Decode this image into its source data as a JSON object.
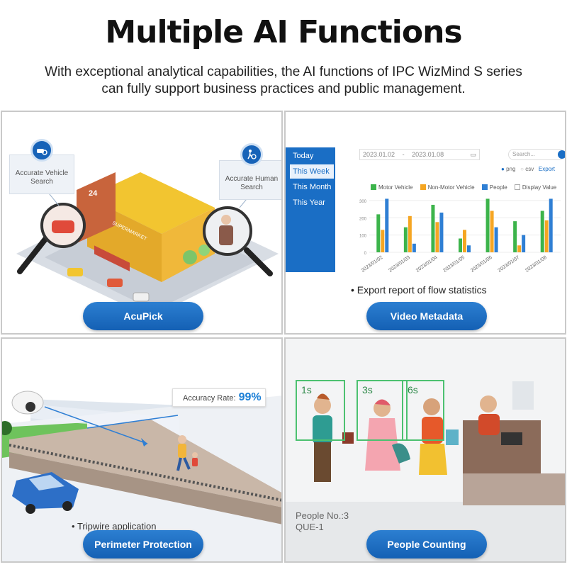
{
  "header": {
    "title": "Multiple AI Functions",
    "subtitle_line1": "With exceptional analytical capabilities, the AI functions of IPC WizMind S series",
    "subtitle_line2": "can fully support business practices and public management."
  },
  "panels": {
    "acupick": {
      "label": "AcuPick",
      "vehicle_callout_line1": "Accurate Vehicle",
      "vehicle_callout_line2": "Search",
      "human_callout_line1": "Accurate Human",
      "human_callout_line2": "Search",
      "building_sign": "SUPERMARKET",
      "building_number": "24"
    },
    "video_metadata": {
      "label": "Video Metadata",
      "sidebar": [
        "Today",
        "This Week",
        "This Month",
        "This Year"
      ],
      "active_index": 1,
      "date_from": "2023.01.02",
      "date_sep": "-",
      "date_to": "2023.01.08",
      "search_placeholder": "Search...",
      "opt_png": "png",
      "opt_csv": "csv",
      "opt_export": "Export",
      "note": "Export report of flow statistics"
    },
    "perimeter": {
      "label": "Perimeter Protection",
      "accuracy_label": "Accuracy Rate:",
      "accuracy_value": "99%",
      "note": "Tripwire application"
    },
    "people_counting": {
      "label": "People Counting",
      "timers": [
        "1s",
        "3s",
        "6s"
      ],
      "people_no": "People No.:3",
      "queue": "QUE-1"
    }
  },
  "chart_data": {
    "type": "bar",
    "categories": [
      "2023/01/02",
      "2023/01/03",
      "2023/01/04",
      "2023/01/05",
      "2023/01/06",
      "2023/01/07",
      "2023/01/08"
    ],
    "series": [
      {
        "name": "Motor Vehicle",
        "color": "#3cb44b",
        "values": [
          220,
          145,
          275,
          80,
          310,
          180,
          240
        ]
      },
      {
        "name": "Non-Motor Vehicle",
        "color": "#f5a623",
        "values": [
          130,
          210,
          175,
          130,
          240,
          40,
          185
        ]
      },
      {
        "name": "People",
        "color": "#2f7fd4",
        "values": [
          310,
          50,
          230,
          40,
          145,
          100,
          310
        ]
      },
      {
        "name": "Display Value",
        "color": "#ffffff",
        "values": []
      }
    ],
    "yticks": [
      "0",
      "100",
      "200",
      "300"
    ],
    "ylim": [
      0,
      320
    ],
    "legend": "top"
  }
}
